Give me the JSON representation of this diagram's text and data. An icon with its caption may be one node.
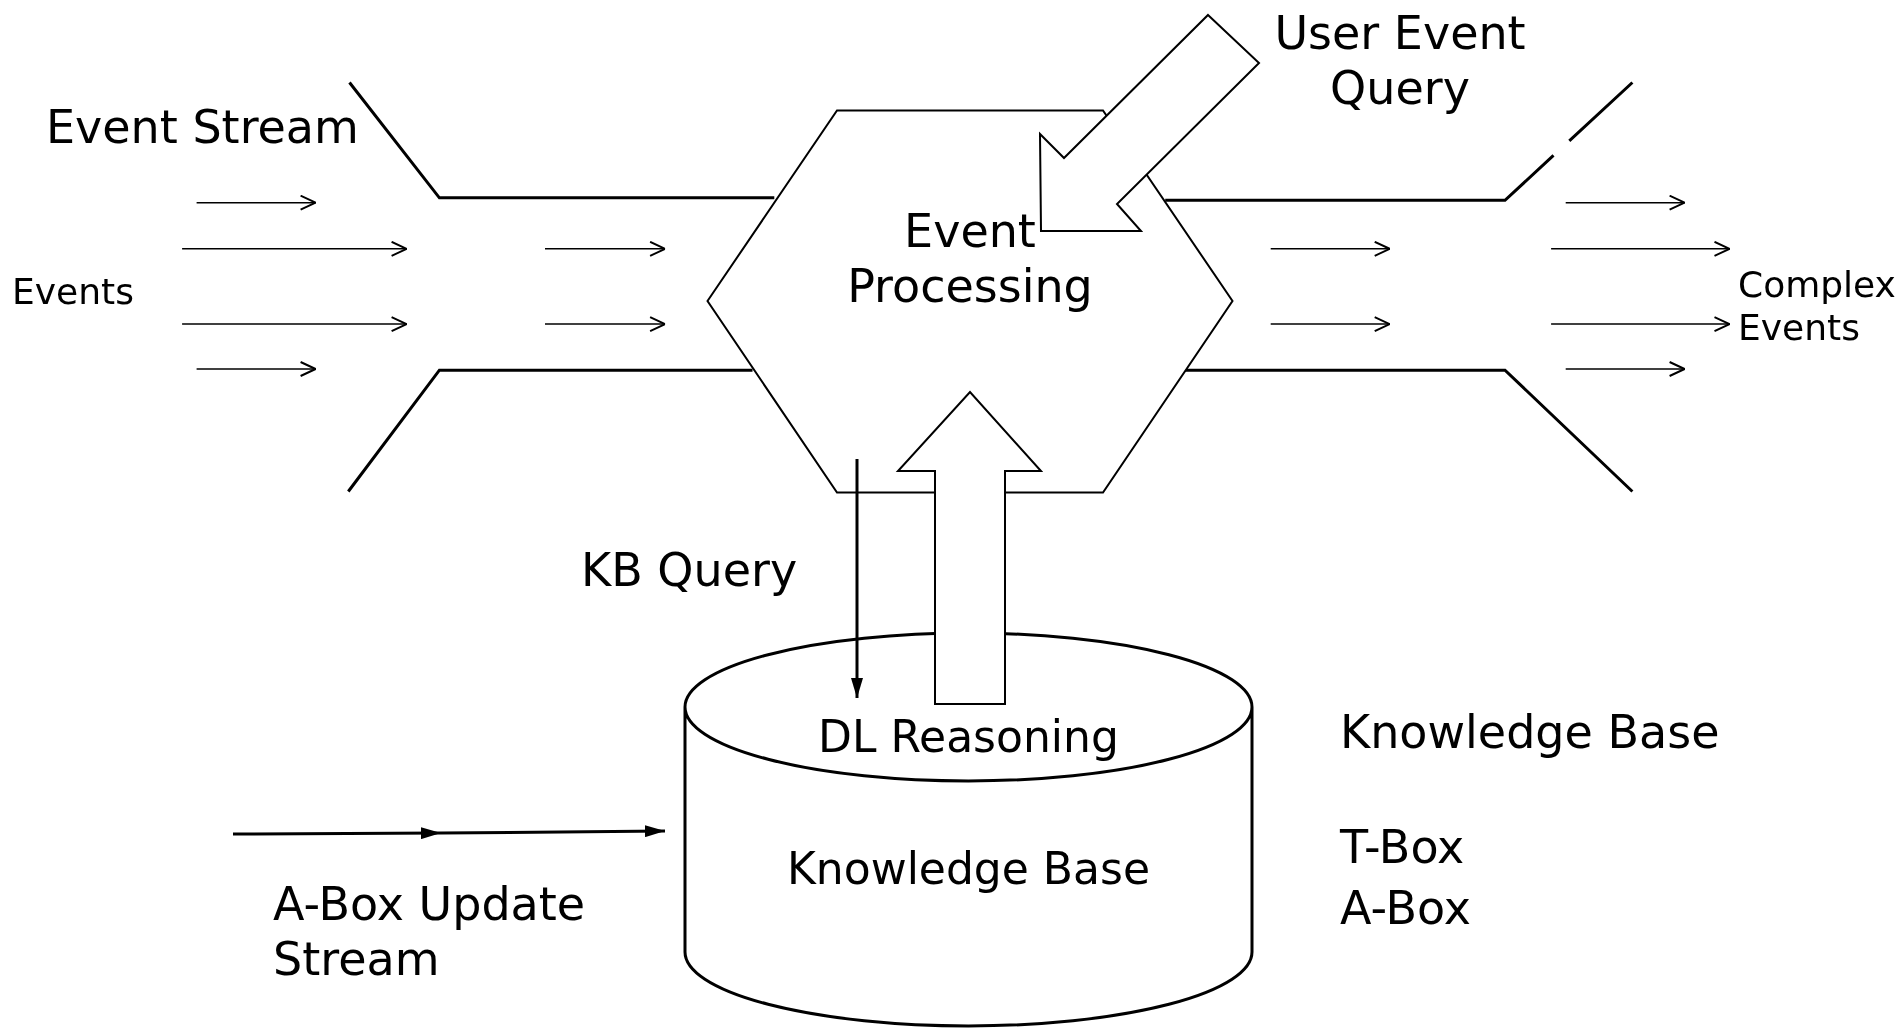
{
  "diagram": {
    "nodes": [
      {
        "text": [
          "Event Processing"
        ]
      },
      {
        "text": [
          "DL Reasoning",
          "Knowledge Base"
        ]
      },
      {
        "text": [
          "User Event Query"
        ]
      },
      {
        "text": [
          "A-Box Update Stream"
        ]
      }
    ],
    "edges": [
      {
        "from": 2,
        "to": 0,
        "arrow": "to",
        "style": "thick"
      },
      {
        "from": 0,
        "to": 1,
        "arrow": "to",
        "label": "KB Query"
      },
      {
        "from": 1,
        "to": 0,
        "arrow": "to",
        "style": "thick"
      },
      {
        "from": 3,
        "to": 1,
        "arrow": "to"
      }
    ],
    "labels": [
      "Event Stream",
      "Events",
      "Complex Events",
      "Knowledge Base",
      "T-Box",
      "A-Box"
    ]
  }
}
